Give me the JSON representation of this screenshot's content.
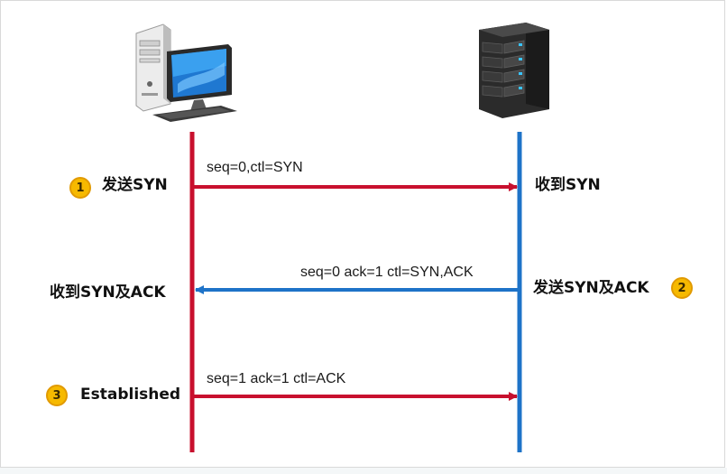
{
  "devices": {
    "client_icon": "desktop-computer-icon",
    "server_icon": "server-tower-icon"
  },
  "colors": {
    "client_line": "#c8102e",
    "server_line": "#1e73c8",
    "badge": "#f6b900"
  },
  "steps": [
    {
      "badge": "1",
      "client_text": "发送SYN",
      "server_text": "收到SYN",
      "message": "seq=0,ctl=SYN",
      "direction": "client-to-server"
    },
    {
      "badge": "2",
      "client_text": "收到SYN及ACK",
      "server_text": "发送SYN及ACK",
      "message": "seq=0 ack=1 ctl=SYN,ACK",
      "direction": "server-to-client"
    },
    {
      "badge": "3",
      "client_text": "Established",
      "server_text": "",
      "message": "seq=1 ack=1 ctl=ACK",
      "direction": "client-to-server"
    }
  ]
}
